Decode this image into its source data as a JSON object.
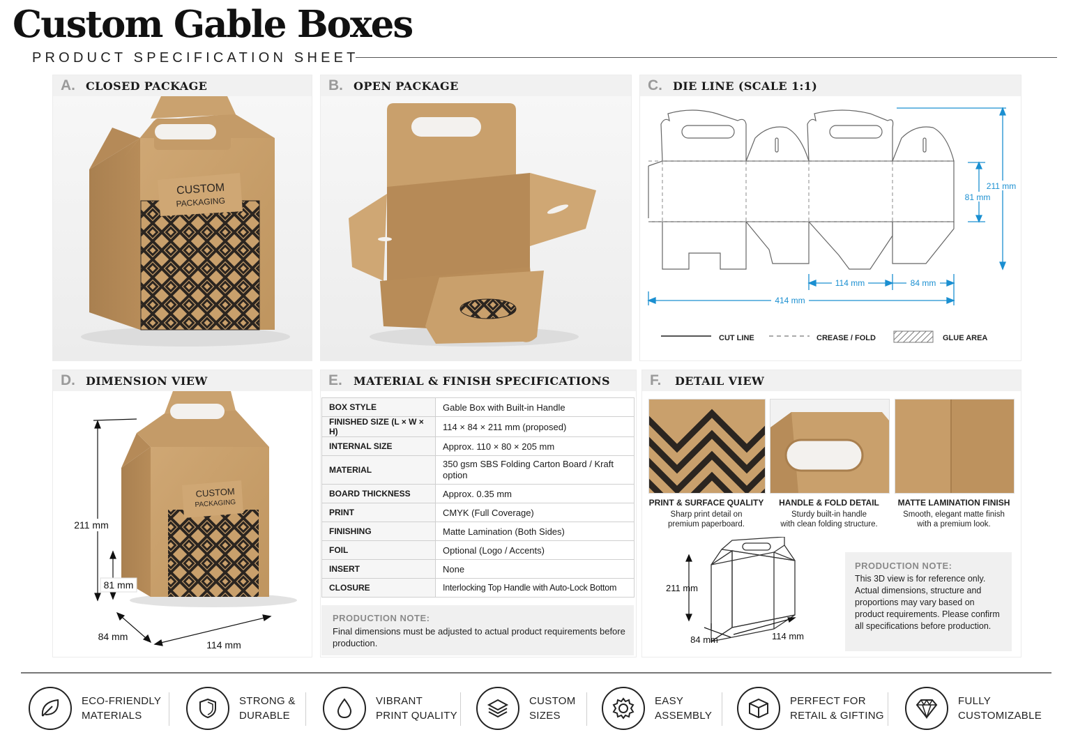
{
  "header": {
    "title": "Custom Gable Boxes",
    "subtitle": "PRODUCT SPECIFICATION SHEET"
  },
  "panels": {
    "a": {
      "letter": "A.",
      "label": "CLOSED PACKAGE"
    },
    "b": {
      "letter": "B.",
      "label": "OPEN PACKAGE"
    },
    "c": {
      "letter": "C.",
      "label": "DIE LINE (SCALE 1:1)"
    },
    "d": {
      "letter": "D.",
      "label": "DIMENSION VIEW"
    },
    "e": {
      "letter": "E.",
      "label": "MATERIAL & FINISH SPECIFICATIONS"
    },
    "f": {
      "letter": "F.",
      "label": "DETAIL VIEW"
    }
  },
  "box_print": {
    "line1": "CUSTOM",
    "line2": "PACKAGING"
  },
  "dieline": {
    "dim_total_height": "211 mm",
    "dim_body_height": "81 mm",
    "dim_front": "114 mm",
    "dim_side": "84 mm",
    "dim_total_width": "414 mm",
    "legend": {
      "cut": "CUT LINE",
      "crease": "CREASE / FOLD",
      "glue": "GLUE AREA"
    }
  },
  "dimension_view": {
    "height": "211 mm",
    "body_height": "81 mm",
    "depth": "84 mm",
    "width": "114 mm"
  },
  "specs": [
    {
      "key": "BOX STYLE",
      "value": "Gable Box with Built-in Handle"
    },
    {
      "key": "FINISHED SIZE (L × W × H)",
      "value": "114 × 84 × 211 mm (proposed)"
    },
    {
      "key": "INTERNAL SIZE",
      "value": "Approx. 110 × 80 × 205 mm"
    },
    {
      "key": "MATERIAL",
      "value": "350 gsm SBS Folding Carton Board / Kraft option"
    },
    {
      "key": "BOARD THICKNESS",
      "value": "Approx. 0.35 mm"
    },
    {
      "key": "PRINT",
      "value": "CMYK (Full Coverage)"
    },
    {
      "key": "FINISHING",
      "value": "Matte Lamination (Both Sides)"
    },
    {
      "key": "FOIL",
      "value": "Optional (Logo / Accents)"
    },
    {
      "key": "INSERT",
      "value": "None"
    },
    {
      "key": "CLOSURE",
      "value": "Interlocking Top Handle with Auto-Lock Bottom"
    }
  ],
  "production_note_e": {
    "title": "PRODUCTION NOTE:",
    "body": "Final dimensions must be adjusted to actual product requirements before production."
  },
  "details": [
    {
      "title": "PRINT & SURFACE QUALITY",
      "line1": "Sharp print detail on",
      "line2": "premium paperboard."
    },
    {
      "title": "HANDLE & FOLD DETAIL",
      "line1": "Sturdy built-in handle",
      "line2": "with clean folding structure."
    },
    {
      "title": "MATTE LAMINATION FINISH",
      "line1": "Smooth, elegant matte finish",
      "line2": "with a premium look."
    }
  ],
  "line_drawing": {
    "height": "211 mm",
    "depth": "84 mm",
    "width": "114 mm"
  },
  "production_note_f": {
    "title": "PRODUCTION NOTE:",
    "body": "This 3D view is for reference only. Actual dimensions, structure and proportions may vary based on product requirements. Please confirm all specifications before production."
  },
  "features": [
    {
      "icon": "leaf-icon",
      "line1": "ECO-FRIENDLY",
      "line2": "MATERIALS"
    },
    {
      "icon": "shield-icon",
      "line1": "STRONG &",
      "line2": "DURABLE"
    },
    {
      "icon": "drop-icon",
      "line1": "VIBRANT",
      "line2": "PRINT QUALITY"
    },
    {
      "icon": "layers-icon",
      "line1": "CUSTOM",
      "line2": "SIZES"
    },
    {
      "icon": "gear-icon",
      "line1": "EASY",
      "line2": "ASSEMBLY"
    },
    {
      "icon": "box-icon",
      "line1": "PERFECT FOR",
      "line2": "RETAIL & GIFTING"
    },
    {
      "icon": "diamond-icon",
      "line1": "FULLY",
      "line2": "CUSTOMIZABLE"
    }
  ],
  "colors": {
    "kraft": "#c9a06c",
    "kraft_dark": "#a97f4e",
    "dim_blue": "#1a8fd1",
    "pattern": "#2b2520"
  }
}
